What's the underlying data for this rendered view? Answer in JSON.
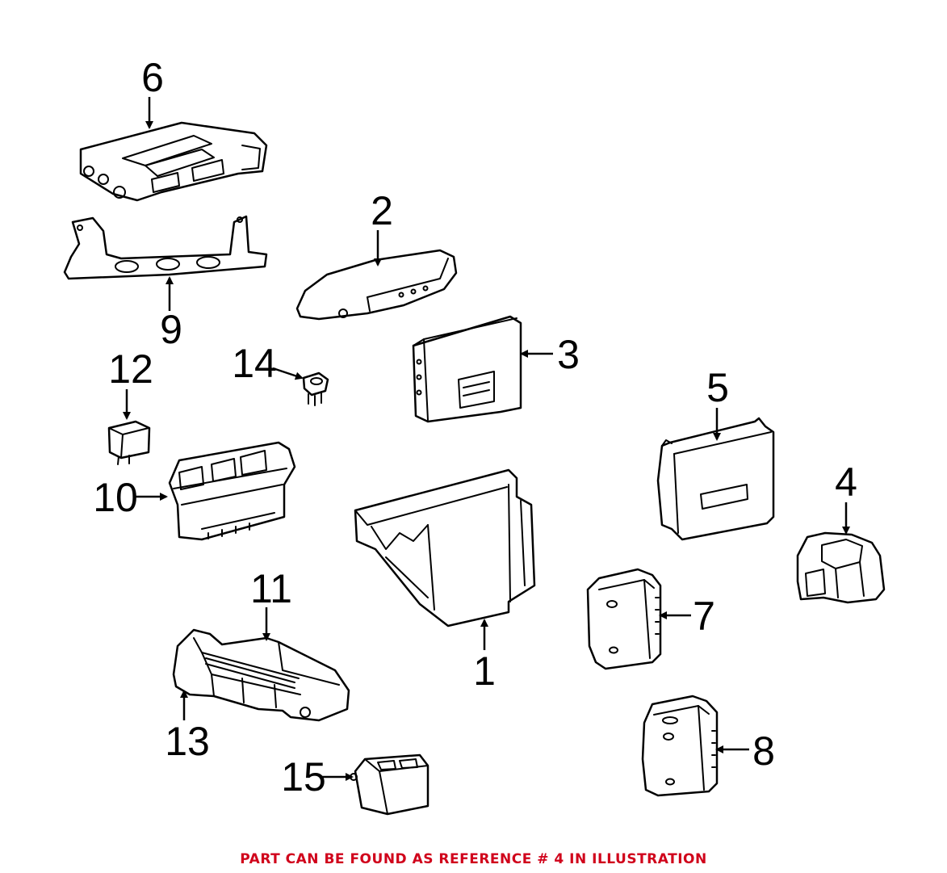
{
  "diagram": {
    "callouts": [
      "1",
      "2",
      "3",
      "4",
      "5",
      "6",
      "7",
      "8",
      "9",
      "10",
      "11",
      "12",
      "13",
      "14",
      "15"
    ]
  },
  "footer": {
    "note": "PART CAN BE FOUND AS REFERENCE # 4 IN ILLUSTRATION",
    "color": "#d0021b"
  }
}
